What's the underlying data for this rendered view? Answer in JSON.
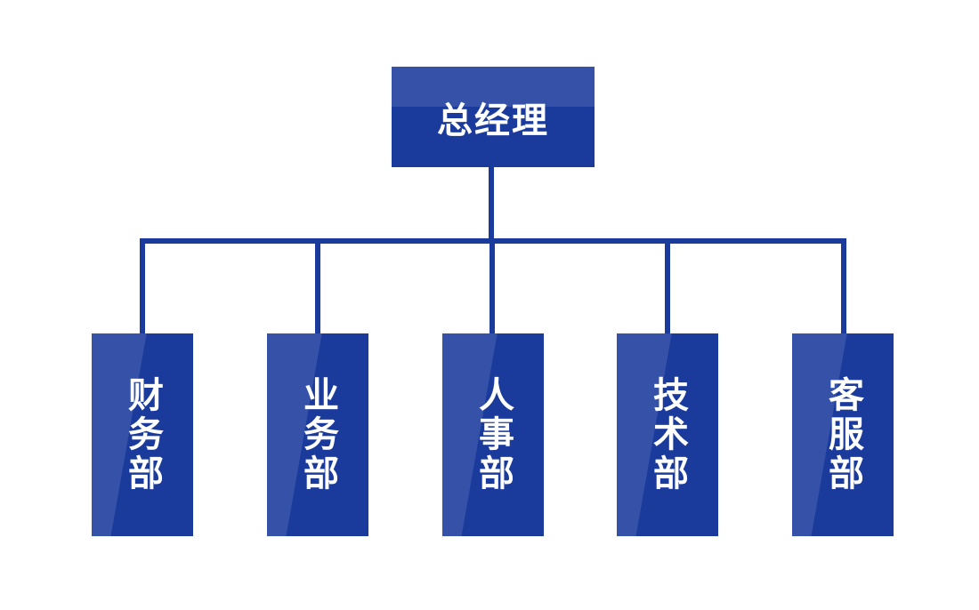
{
  "root": {
    "label": "总经理"
  },
  "departments": [
    {
      "label": "财务部"
    },
    {
      "label": "业务部"
    },
    {
      "label": "人事部"
    },
    {
      "label": "技术部"
    },
    {
      "label": "客服部"
    }
  ],
  "colors": {
    "box": "#1a3a9c",
    "line": "#1a3a9c",
    "text": "#ffffff"
  }
}
